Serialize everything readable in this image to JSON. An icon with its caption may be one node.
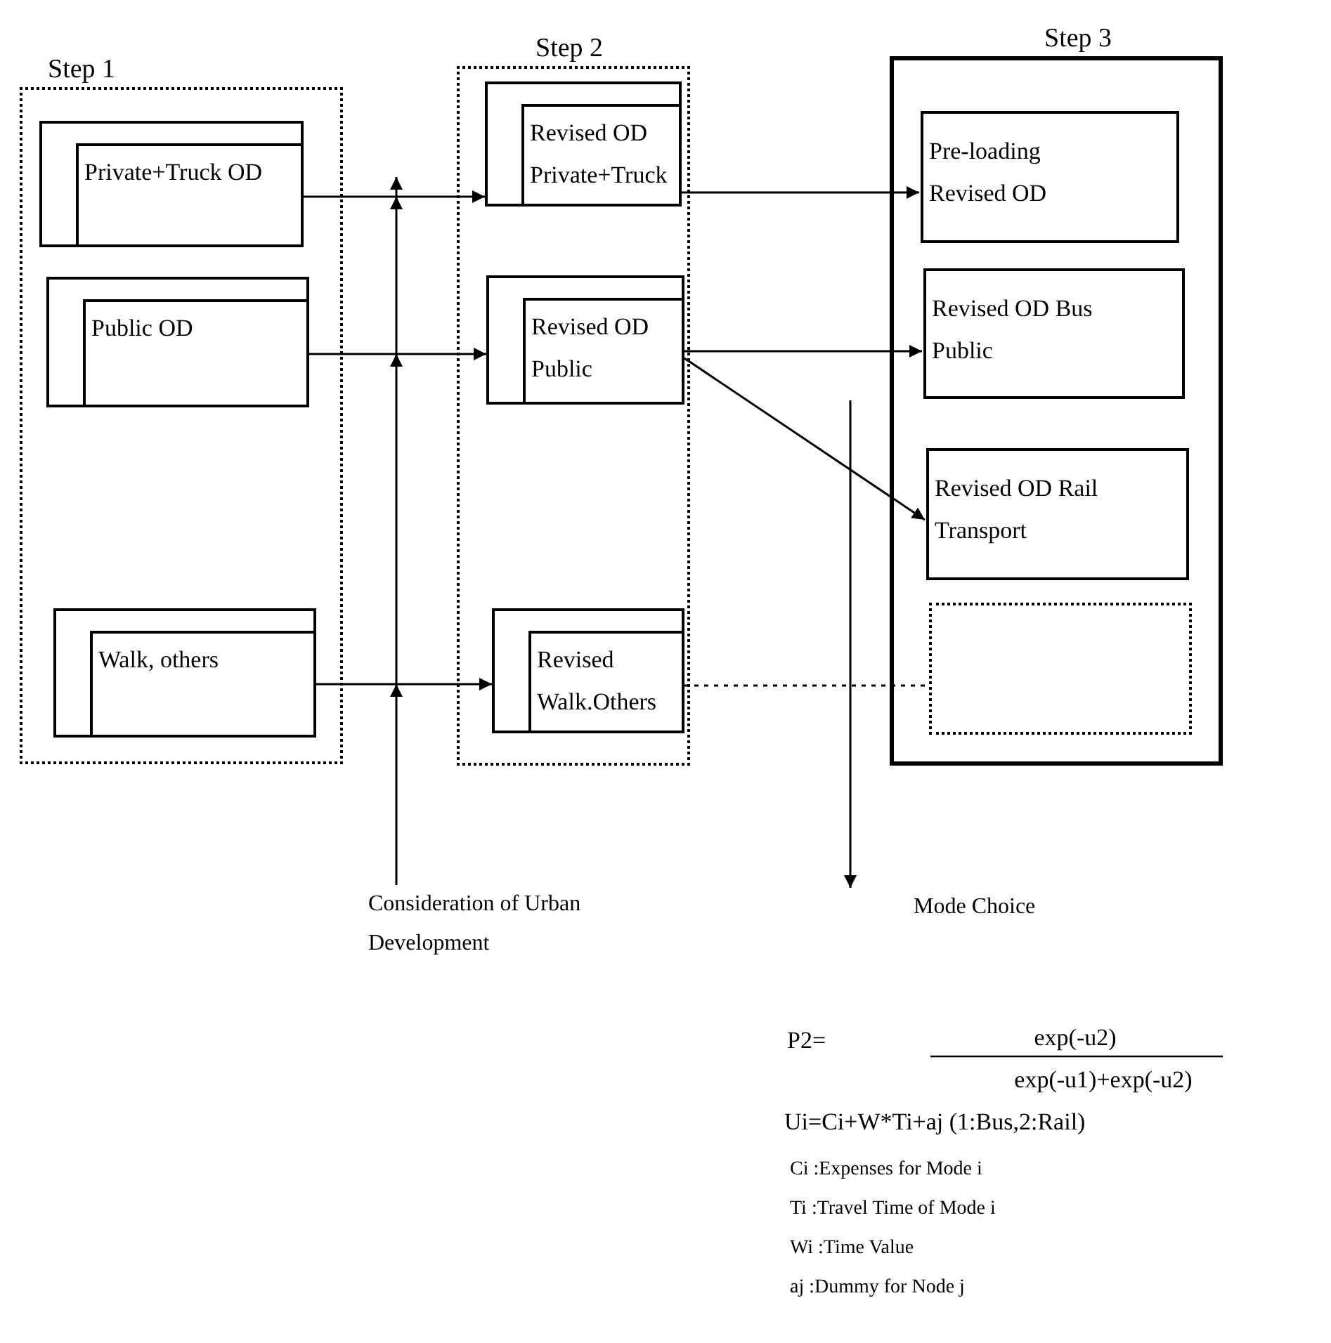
{
  "diagram": {
    "nodes": [
      {
        "text": [
          "Step 1"
        ]
      },
      {
        "text": [
          "Private+Truck OD"
        ],
        "in": 0
      },
      {
        "text": [
          "Public OD"
        ],
        "in": 0
      },
      {
        "text": [
          "Walk, others"
        ],
        "in": 0
      },
      {
        "text": [
          "Step 2"
        ]
      },
      {
        "text": [
          "Revised OD Private+Truck"
        ],
        "in": 4
      },
      {
        "text": [
          "Revised OD Public"
        ],
        "in": 4
      },
      {
        "text": [
          "Revised Walk.Others"
        ],
        "in": 4
      },
      {
        "text": [
          "Step 3"
        ]
      },
      {
        "text": [
          "Pre-loading Revised OD"
        ],
        "in": 8
      },
      {
        "text": [
          "Revised OD Bus Public"
        ],
        "in": 8
      },
      {
        "text": [
          "Revised OD Rail Transport"
        ],
        "in": 8
      },
      {
        "text": [],
        "shape": "box",
        "in": 8
      },
      {
        "text": [
          "Consideration of Urban Development"
        ]
      },
      {
        "text": [
          "Mode Choice"
        ]
      }
    ],
    "edges": [
      {
        "from": 1,
        "to": 5,
        "arrow": "to"
      },
      {
        "from": 2,
        "to": 6,
        "arrow": "to"
      },
      {
        "from": 3,
        "to": 7,
        "arrow": "to"
      },
      {
        "from": 5,
        "to": 9,
        "arrow": "to"
      },
      {
        "from": 6,
        "to": 10,
        "arrow": "to"
      },
      {
        "from": 6,
        "to": 11,
        "arrow": "to"
      },
      {
        "from": 7,
        "to": 12,
        "arrow": "none",
        "style": "dashed"
      },
      {
        "from": 13,
        "to": null,
        "arrow": "to"
      },
      {
        "from": null,
        "to": 14,
        "arrow": "to"
      }
    ],
    "labels": [
      "P2=",
      "exp(-u2)",
      "exp(-u1)+exp(-u2)",
      "Ui=Ci+W*Ti+aj (1:Bus,2:Rail)",
      "Ci :Expenses for Mode i",
      "Ti :Travel Time of Mode i",
      "Wi :Time Value",
      "aj :Dummy for Node j"
    ]
  }
}
